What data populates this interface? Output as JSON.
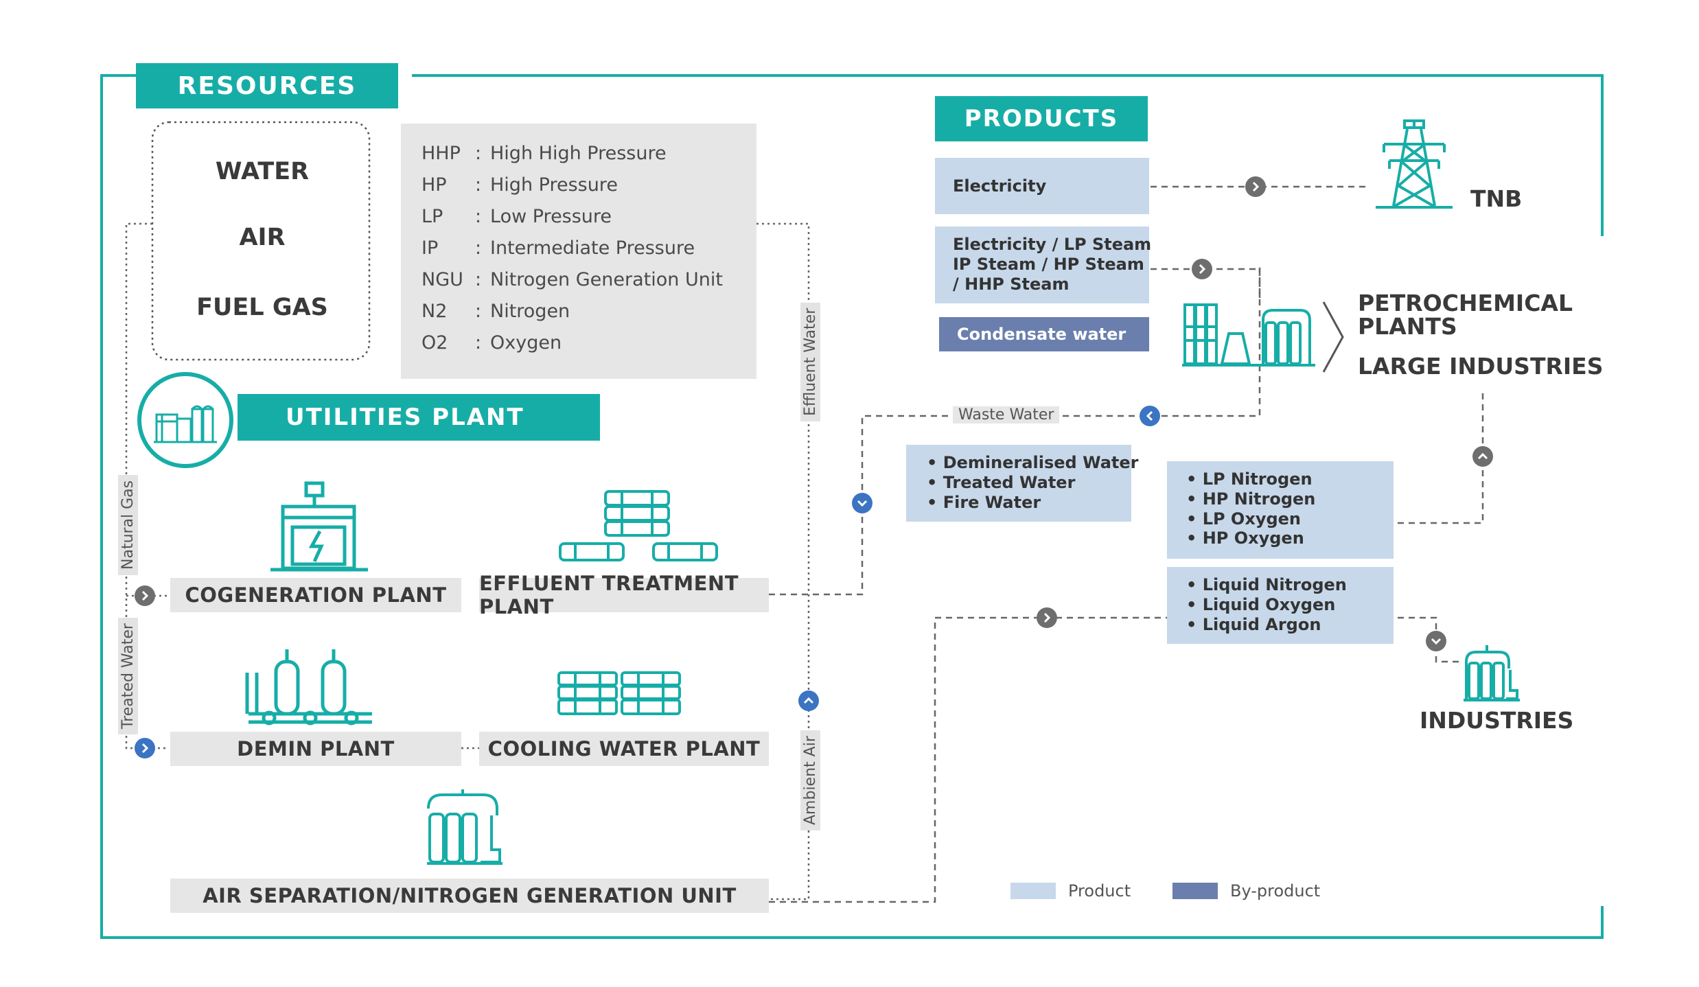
{
  "resources": {
    "title": "RESOURCES",
    "items": [
      "WATER",
      "AIR",
      "FUEL GAS"
    ]
  },
  "abbreviations": [
    {
      "key": "HHP",
      "value": "High High Pressure"
    },
    {
      "key": "HP",
      "value": "High Pressure"
    },
    {
      "key": "LP",
      "value": "Low Pressure"
    },
    {
      "key": "IP",
      "value": "Intermediate Pressure"
    },
    {
      "key": "NGU",
      "value": "Nitrogen Generation Unit"
    },
    {
      "key": "N2",
      "value": "Nitrogen"
    },
    {
      "key": "O2",
      "value": "Oxygen"
    }
  ],
  "utilities": {
    "title": "UTILITIES PLANT",
    "plants": {
      "cogeneration": "COGENERATION PLANT",
      "effluent": "EFFLUENT TREATMENT PLANT",
      "demin": "DEMIN PLANT",
      "cooling": "COOLING WATER PLANT",
      "asu": "AIR SEPARATION/NITROGEN GENERATION UNIT"
    }
  },
  "flows": {
    "natural_gas": "Natural Gas",
    "treated_water": "Treated Water",
    "effluent_water": "Effluent Water",
    "ambient_air": "Ambient Air",
    "waste_water": "Waste Water"
  },
  "products": {
    "title": "PRODUCTS",
    "electricity": "Electricity",
    "steam": [
      "Electricity / LP Steam",
      "IP Steam / HP Steam",
      "/ HHP Steam"
    ],
    "condensate": "Condensate water",
    "water": [
      "• Demineralised Water",
      "• Treated Water",
      "• Fire Water"
    ],
    "gases": [
      "• LP Nitrogen",
      "• HP Nitrogen",
      "• LP Oxygen",
      "• HP Oxygen"
    ],
    "liquids": [
      "• Liquid Nitrogen",
      "• Liquid Oxygen",
      "• Liquid Argon"
    ]
  },
  "customers": {
    "tnb": "TNB",
    "petrochemical": "PETROCHEMICAL",
    "plants": "PLANTS",
    "large_industries": "LARGE INDUSTRIES",
    "industries": "INDUSTRIES"
  },
  "legend": {
    "product": "Product",
    "byproduct": "By-product"
  },
  "colors": {
    "teal": "#17ada7",
    "product": "#c7d8ea",
    "byproduct": "#6a7fae",
    "arrow_blue": "#3b74c2",
    "arrow_grey": "#6e6e6e"
  }
}
